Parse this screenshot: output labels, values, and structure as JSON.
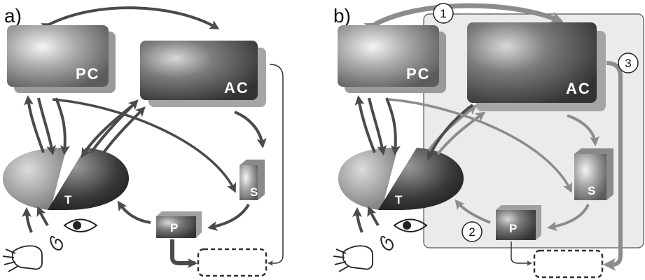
{
  "panel_a": {
    "tag": "a)",
    "labels": {
      "pc": "PC",
      "ac": "AC",
      "t": "T",
      "s": "S",
      "p": "P"
    }
  },
  "panel_b": {
    "tag": "b)",
    "labels": {
      "pc": "PC",
      "ac": "AC",
      "t": "T",
      "s": "S",
      "p": "P"
    },
    "markers": [
      "1",
      "2",
      "3"
    ]
  },
  "colors": {
    "arrow_dark": "#4a4a4a",
    "arrow_light": "#8c8c8c",
    "region_fill": "#ebebeb",
    "region_stroke": "#555555"
  }
}
